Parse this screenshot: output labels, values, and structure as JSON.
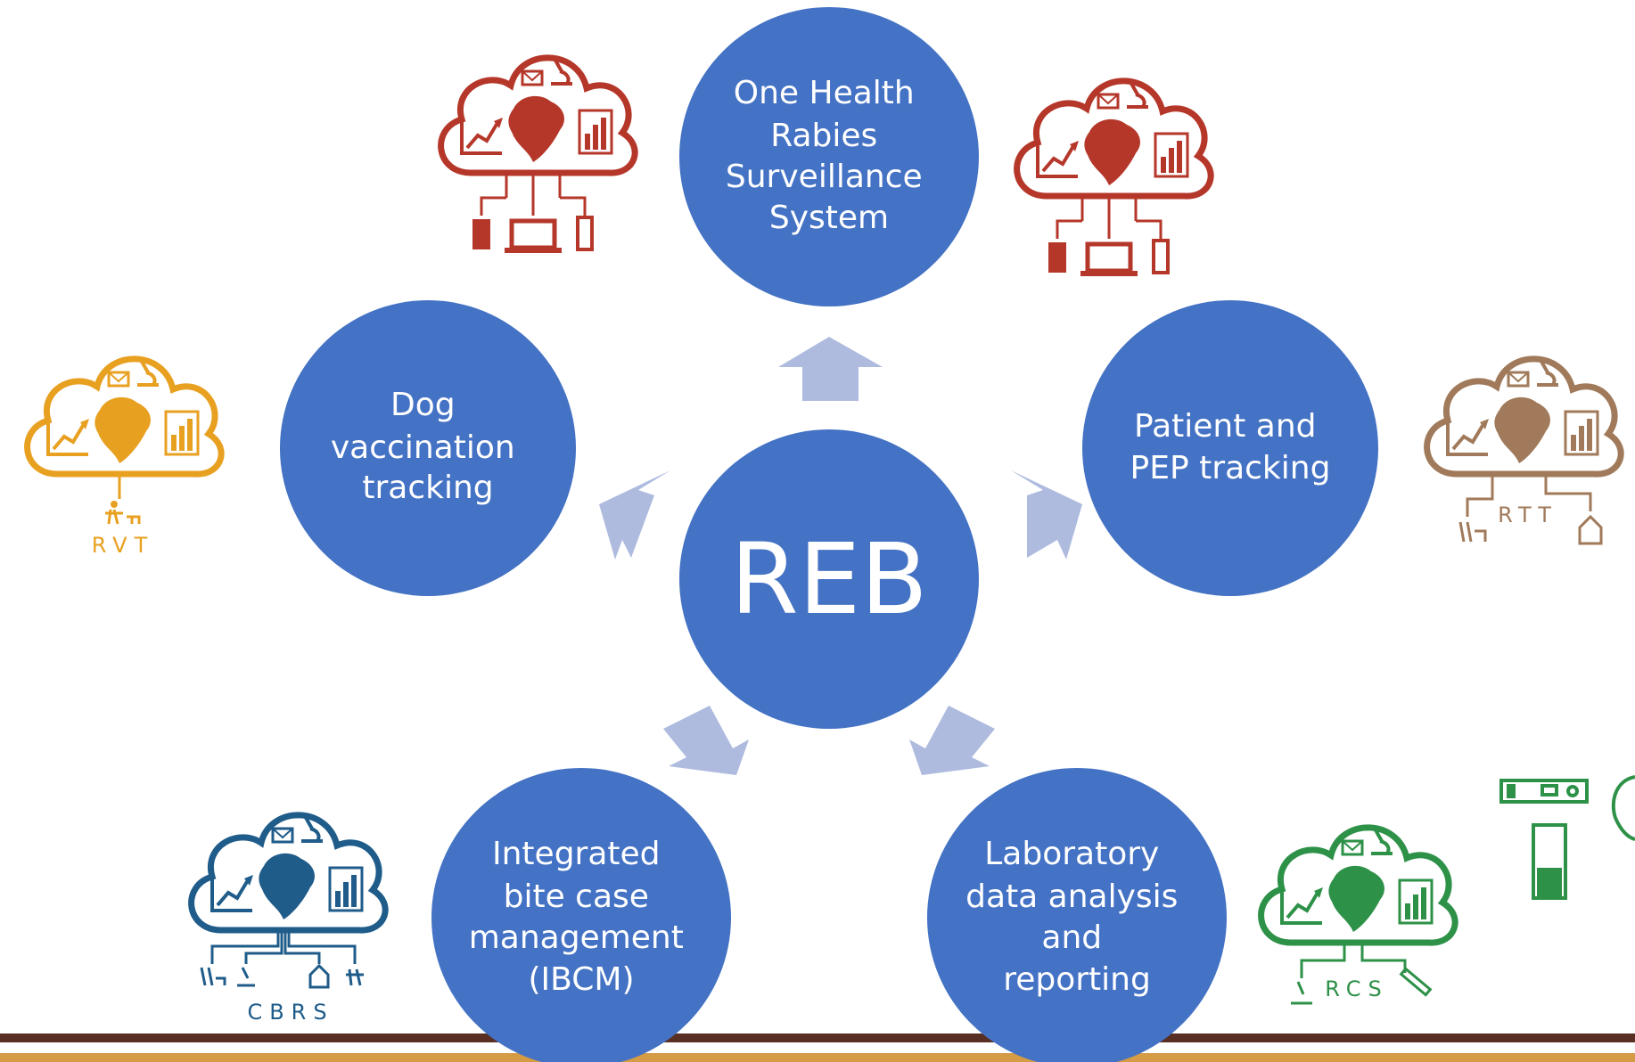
{
  "center": {
    "label": "REB"
  },
  "nodes": [
    {
      "id": "surveillance",
      "lines": [
        "One Health",
        "Rabies",
        "Surveillance",
        "System"
      ]
    },
    {
      "id": "dog-vaccination",
      "lines": [
        "Dog",
        "vaccination",
        "tracking"
      ]
    },
    {
      "id": "patient-pep",
      "lines": [
        "Patient and",
        "PEP tracking"
      ]
    },
    {
      "id": "ibcm",
      "lines": [
        "Integrated",
        "bite case",
        "management",
        "(IBCM)"
      ]
    },
    {
      "id": "laboratory",
      "lines": [
        "Laboratory",
        "data analysis",
        "and",
        "reporting"
      ]
    }
  ],
  "cloud_icons": [
    {
      "id": "cloud-top-left",
      "color": "#b5372a",
      "label": ""
    },
    {
      "id": "cloud-top-right",
      "color": "#b5372a",
      "label": ""
    },
    {
      "id": "cloud-rvt",
      "color": "#e8a021",
      "label": "RVT"
    },
    {
      "id": "cloud-rtt",
      "color": "#a07a5a",
      "label": "RTT"
    },
    {
      "id": "cloud-cbrs",
      "color": "#1f5c8a",
      "label": "CBRS"
    },
    {
      "id": "cloud-rcs",
      "color": "#2e9148",
      "label": "RCS"
    }
  ],
  "colors": {
    "node": "#4472c4",
    "arrow": "#aebbdf",
    "band_dark": "#5a2f23",
    "band_light": "#d59b45",
    "rcs_green": "#2e9148"
  }
}
